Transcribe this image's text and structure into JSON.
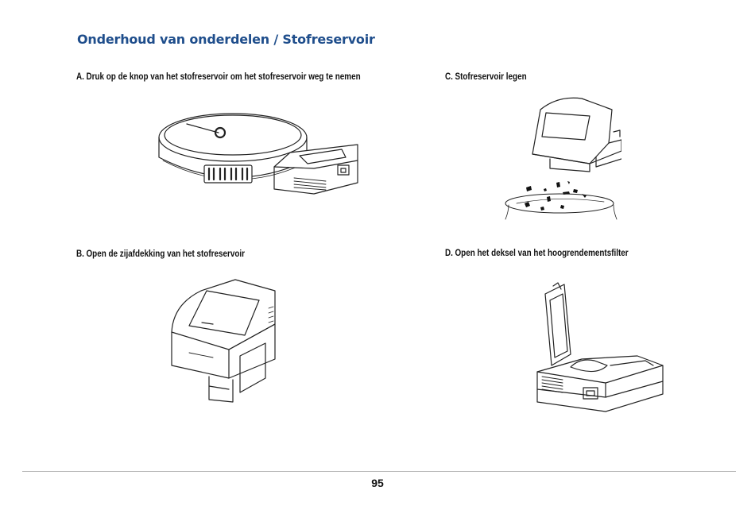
{
  "page": {
    "title": "Onderhoud van onderdelen / Stofreservoir",
    "page_number": "95"
  },
  "steps": [
    {
      "letter": "A.",
      "text": "Druk op de knop van het stofreservoir om het stofreservoir weg te nemen",
      "illustration": "robot-with-dustbin-detached"
    },
    {
      "letter": "B.",
      "text": "Open de zijafdekking van het stofreservoir",
      "illustration": "dustbin-side-cover-open"
    },
    {
      "letter": "C.",
      "text": "Stofreservoir legen",
      "illustration": "dustbin-emptying-into-bin"
    },
    {
      "letter": "D.",
      "text": "Open het deksel van het hoogrendementsfilter",
      "illustration": "dustbin-filter-lid-open"
    }
  ]
}
